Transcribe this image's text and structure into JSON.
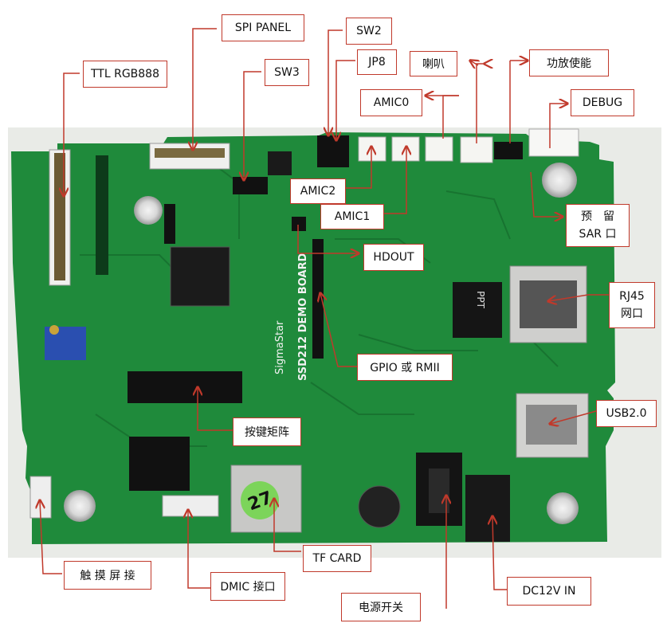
{
  "photo": {
    "silkscreen_brand": "SigmaStar",
    "silkscreen_board": "SSD212 DEMO BOARD",
    "sd_sticker": "27",
    "transformer_text": "PPT",
    "colors": {
      "pcb": "#1f8a3b",
      "pcb_dark": "#136b2a",
      "label_border": "#c0392b",
      "arrow": "#c0392b"
    }
  },
  "labels": {
    "spi_panel": "SPI PANEL",
    "sw2": "SW2",
    "ttl_rgb888": "TTL RGB888",
    "sw3": "SW3",
    "jp8": "JP8",
    "speaker": "喇叭",
    "amp_enable": "功放使能",
    "amic0": "AMIC0",
    "debug": "DEBUG",
    "amic2": "AMIC2",
    "amic1": "AMIC1",
    "sar_line1": "预　留",
    "sar_line2": "SAR 口",
    "hdout": "HDOUT",
    "rj45_line1": "RJ45",
    "rj45_line2": "网口",
    "gpio_rmii": "GPIO 或 RMII",
    "usb2": "USB2.0",
    "key_matrix": "按键矩阵",
    "tf_card": "TF CARD",
    "touch_screen": "触 摸 屏 接",
    "dmic": "DMIC 接口",
    "dc12v": "DC12V IN",
    "power_switch": "电源开关"
  }
}
